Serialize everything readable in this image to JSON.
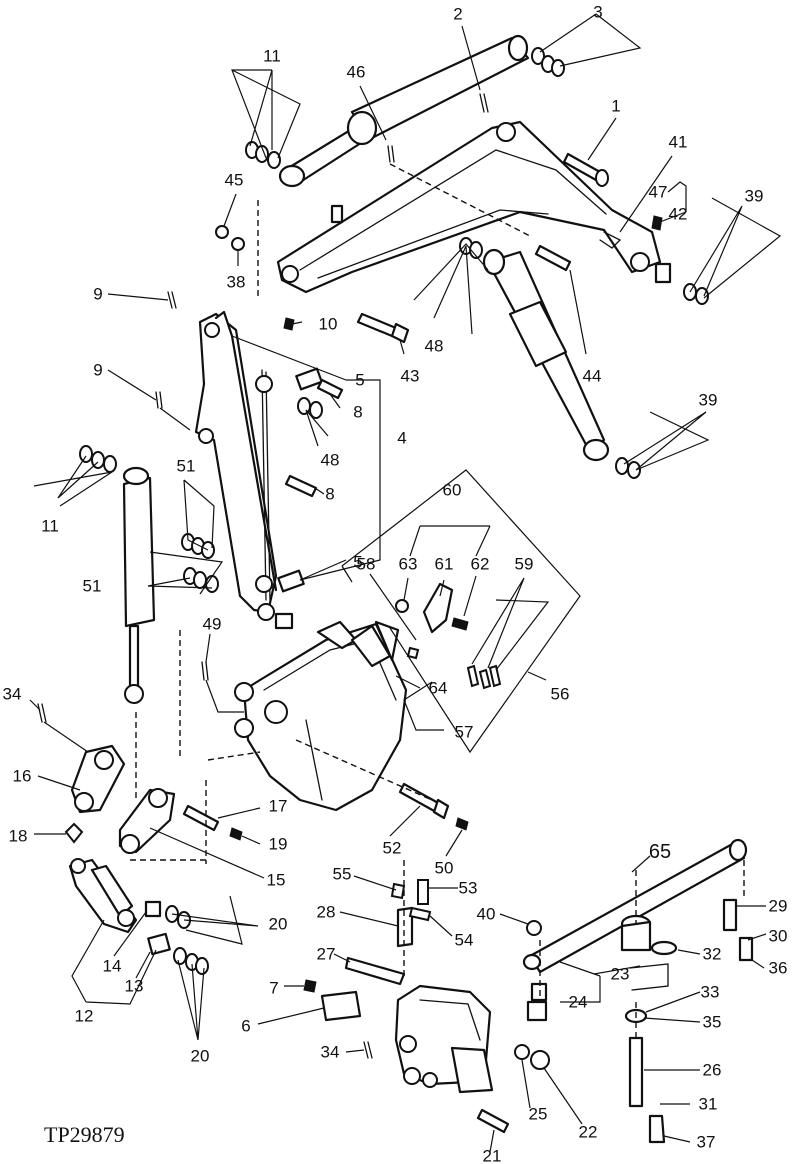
{
  "drawing": {
    "id": "TP29879"
  },
  "callouts": [
    {
      "label": "1"
    },
    {
      "label": "2"
    },
    {
      "label": "3"
    },
    {
      "label": "4"
    },
    {
      "label": "5"
    },
    {
      "label": "5"
    },
    {
      "label": "6"
    },
    {
      "label": "7"
    },
    {
      "label": "8"
    },
    {
      "label": "8"
    },
    {
      "label": "9"
    },
    {
      "label": "9"
    },
    {
      "label": "10"
    },
    {
      "label": "11"
    },
    {
      "label": "11"
    },
    {
      "label": "12"
    },
    {
      "label": "13"
    },
    {
      "label": "14"
    },
    {
      "label": "15"
    },
    {
      "label": "16"
    },
    {
      "label": "17"
    },
    {
      "label": "18"
    },
    {
      "label": "19"
    },
    {
      "label": "20"
    },
    {
      "label": "20"
    },
    {
      "label": "21"
    },
    {
      "label": "22"
    },
    {
      "label": "23"
    },
    {
      "label": "24"
    },
    {
      "label": "25"
    },
    {
      "label": "26"
    },
    {
      "label": "27"
    },
    {
      "label": "28"
    },
    {
      "label": "29"
    },
    {
      "label": "30"
    },
    {
      "label": "31"
    },
    {
      "label": "32"
    },
    {
      "label": "33"
    },
    {
      "label": "34"
    },
    {
      "label": "34"
    },
    {
      "label": "35"
    },
    {
      "label": "36"
    },
    {
      "label": "37"
    },
    {
      "label": "38"
    },
    {
      "label": "39"
    },
    {
      "label": "39"
    },
    {
      "label": "40"
    },
    {
      "label": "41"
    },
    {
      "label": "42"
    },
    {
      "label": "43"
    },
    {
      "label": "44"
    },
    {
      "label": "45"
    },
    {
      "label": "46"
    },
    {
      "label": "47"
    },
    {
      "label": "48"
    },
    {
      "label": "48"
    },
    {
      "label": "49"
    },
    {
      "label": "50"
    },
    {
      "label": "51"
    },
    {
      "label": "51"
    },
    {
      "label": "52"
    },
    {
      "label": "53"
    },
    {
      "label": "54"
    },
    {
      "label": "55"
    },
    {
      "label": "56"
    },
    {
      "label": "57"
    },
    {
      "label": "58"
    },
    {
      "label": "59"
    },
    {
      "label": "60"
    },
    {
      "label": "61"
    },
    {
      "label": "62"
    },
    {
      "label": "63"
    },
    {
      "label": "64"
    },
    {
      "label": "65"
    }
  ]
}
